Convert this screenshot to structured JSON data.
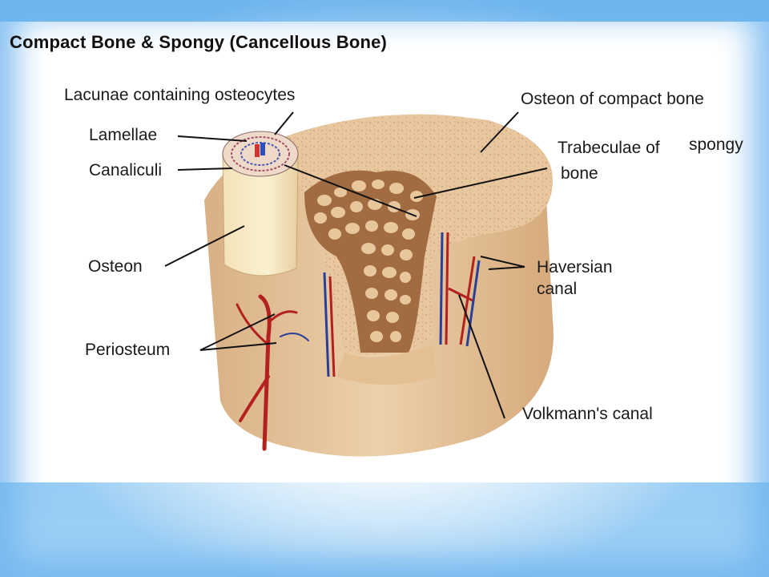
{
  "title": "Compact Bone & Spongy (Cancellous Bone)",
  "labels": {
    "lacunae": "Lacunae containing osteocytes",
    "lamellae": "Lamellae",
    "canaliculi": "Canaliculi",
    "osteon": "Osteon",
    "periosteum": "Periosteum",
    "osteon_compact": "Osteon of compact bone",
    "trabeculae_line1": "Trabeculae of",
    "trabeculae_spongy": "spongy",
    "trabeculae_line2": "bone",
    "haversian_line1": "Haversian",
    "haversian_line2": "canal",
    "volkmann": "Volkmann's canal"
  },
  "colors": {
    "bone": "#e9c79c",
    "bone_dark": "#d7ab7b",
    "spongy": "#8a5a3a",
    "vessel_red": "#b3211f",
    "vessel_blue": "#2a3f9a",
    "frame_blue": "#7fc0f0"
  }
}
